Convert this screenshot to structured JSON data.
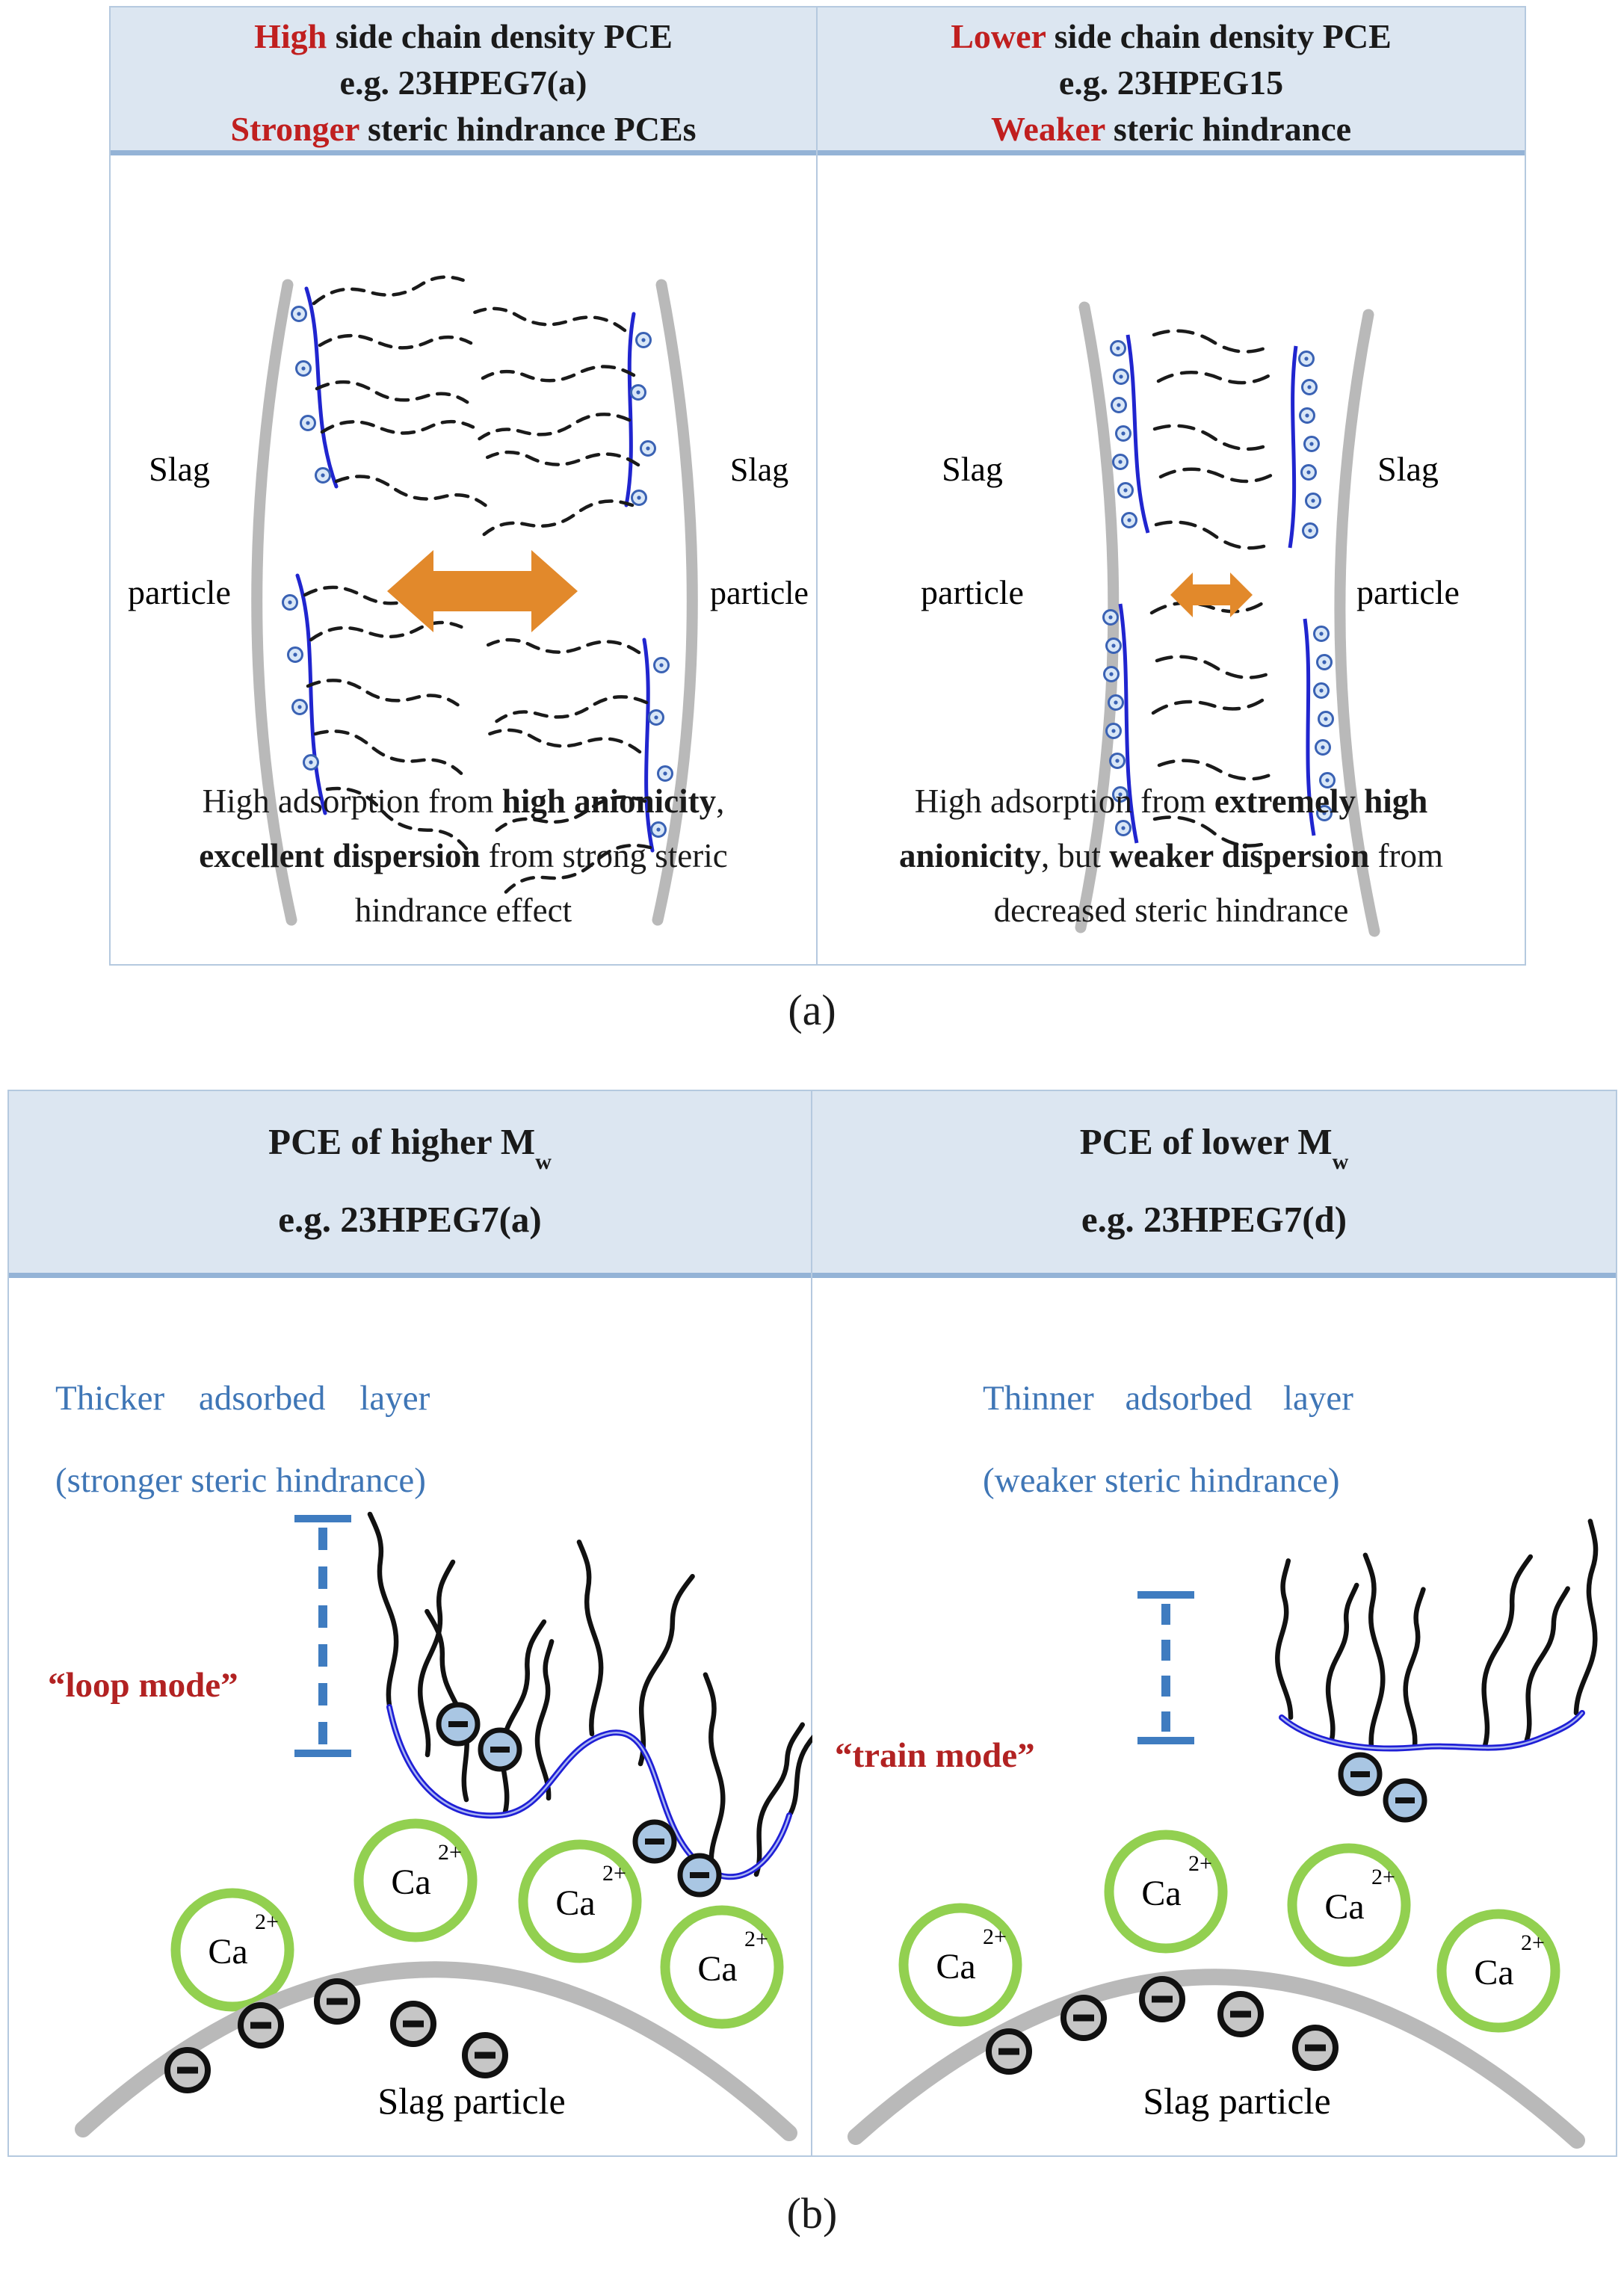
{
  "figure": {
    "type": "mechanism-diagram",
    "topic": "PCE superplasticizer structure effect on slag particle dispersion"
  },
  "colors": {
    "header_fill": "#dce6f1",
    "header_rule": "#94b3d6",
    "accent_red": "#c01f1f",
    "accent_blue": "#3f76b6",
    "backbone_blue": "#2025cf",
    "arrow_orange": "#e2892b",
    "calcium_green": "#92d050",
    "slag_gray": "#b9b9b9"
  },
  "icons": {
    "negative_charge": "minus-in-circle",
    "anionic_group": "small-ring-dot",
    "electrostatic_repulsion": "double-headed-arrow",
    "layer_thickness": "dashed-ruler"
  },
  "panel_a": {
    "caption": "(a)",
    "left": {
      "header": {
        "seg1": "High",
        "seg2": " side chain density PCE",
        "line2": "e.g. 23HPEG7(a)",
        "seg3": "Stronger",
        "seg4": " steric hindrance PCEs"
      },
      "labels": {
        "slag_line1": "Slag",
        "slag_line2": "particle"
      },
      "note": {
        "seg1": "High adsorption from ",
        "seg2": "high anionicity",
        "seg3": ", ",
        "seg4": "excellent dispersion",
        "seg5": " from strong steric hindrance effect"
      }
    },
    "right": {
      "header": {
        "seg1": "Lower",
        "seg2": " side chain density PCE",
        "line2": "e.g. 23HPEG15",
        "seg3": "Weaker",
        "seg4": " steric hindrance"
      },
      "labels": {
        "slag_line1": "Slag",
        "slag_line2": "particle"
      },
      "note": {
        "seg1": "High adsorption from ",
        "seg2": "extremely high anionicity",
        "seg3": ", but ",
        "seg4": "weaker dispersion",
        "seg5": " from decreased steric hindrance"
      }
    }
  },
  "panel_b": {
    "caption": "(b)",
    "ion_label": {
      "main": "Ca",
      "sup": "2+"
    },
    "left": {
      "header": {
        "line1_main": "PCE of higher M",
        "line1_sub": "w",
        "line2": "e.g. 23HPEG7(a)"
      },
      "layer_text": "Thicker adsorbed layer",
      "hindrance_text": "(stronger steric hindrance)",
      "mode_text": "“loop mode”",
      "slag_label": "Slag particle"
    },
    "right": {
      "header": {
        "line1_main": "PCE of lower M",
        "line1_sub": "w",
        "line2": "e.g. 23HPEG7(d)"
      },
      "layer_text": "Thinner adsorbed layer",
      "hindrance_text": "(weaker steric hindrance)",
      "mode_text": "“train mode”",
      "slag_label": "Slag particle"
    }
  }
}
